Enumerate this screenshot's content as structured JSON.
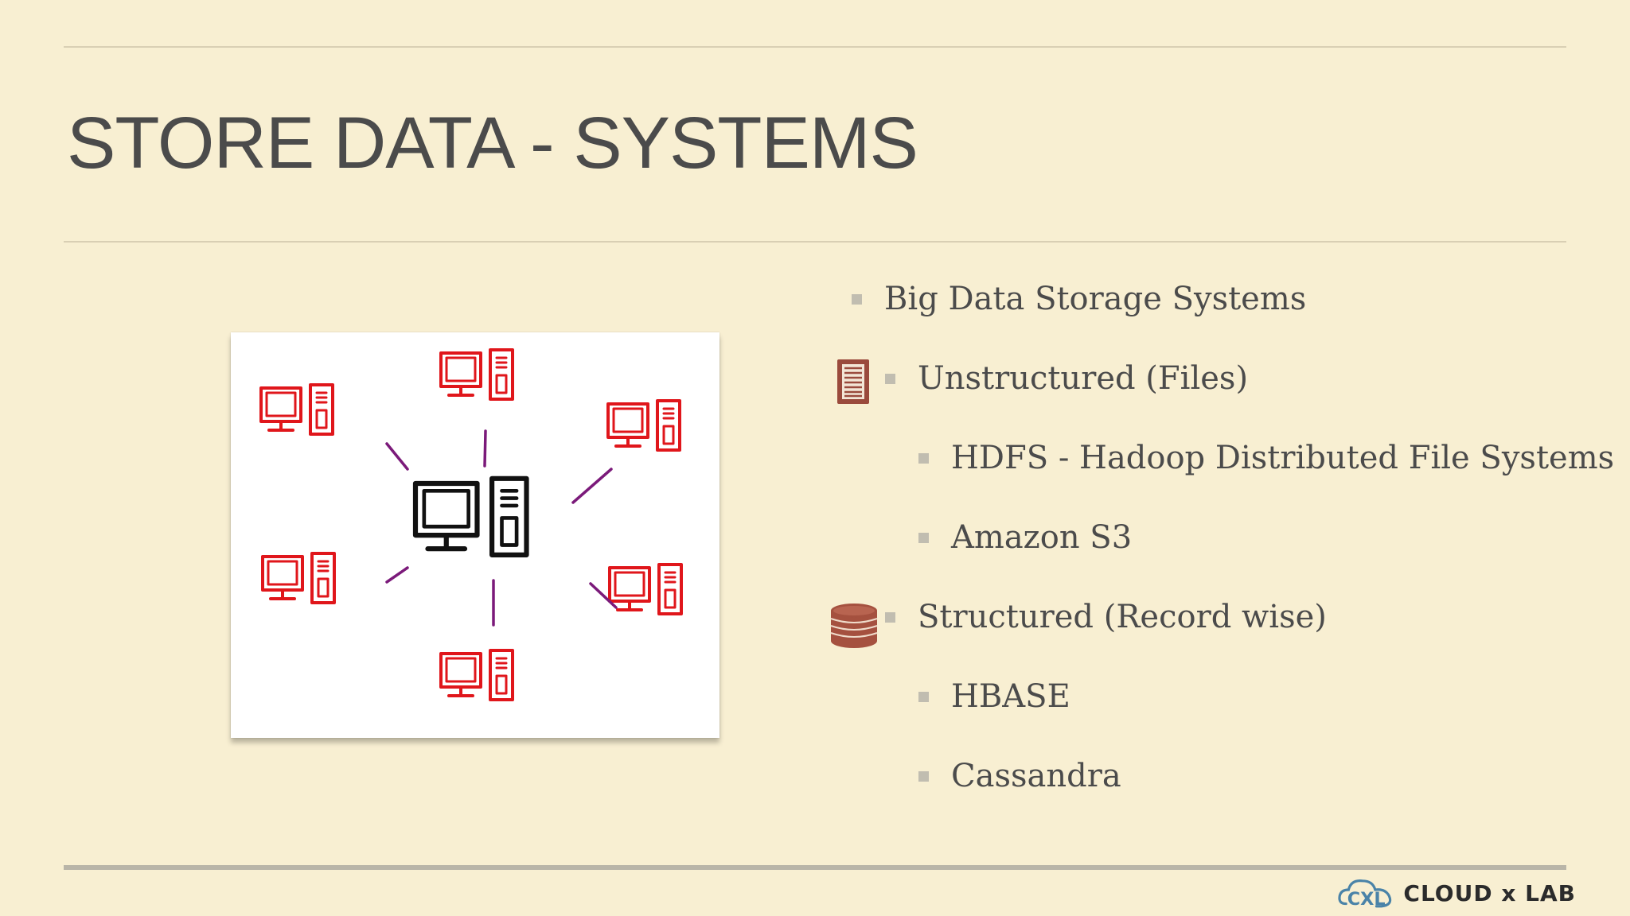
{
  "slide": {
    "title": "STORE DATA - SYSTEMS"
  },
  "bullets": [
    {
      "text": "Big Data Storage Systems"
    },
    {
      "text": "Unstructured (Files)",
      "icon": "document-icon"
    },
    {
      "text": "HDFS - Hadoop Distributed File Systems"
    },
    {
      "text": "Amazon S3"
    },
    {
      "text": "Structured (Record wise)",
      "icon": "database-icon"
    },
    {
      "text": "HBASE"
    },
    {
      "text": "Cassandra"
    }
  ],
  "logo": {
    "brand": "CLOUD x LAB",
    "mark": "CXL"
  },
  "colors": {
    "background": "#f8efd2",
    "computer_red": "#e0161b",
    "connector_purple": "#7b1a7a",
    "icon_brown": "#9a4a3c"
  }
}
